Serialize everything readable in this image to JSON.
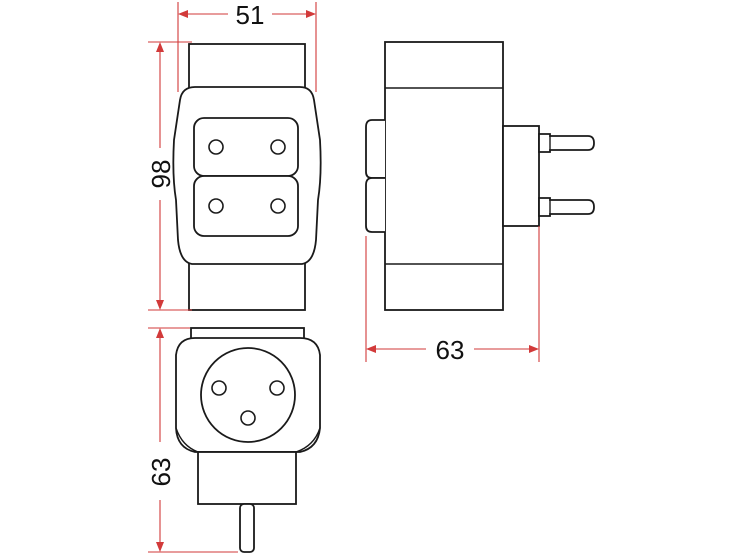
{
  "dimensions": {
    "width": "51",
    "height": "98",
    "depth_side": "63",
    "depth_bottom": "63"
  },
  "colors": {
    "outline": "#1a1a1a",
    "dimension_line": "#d23a3a",
    "background": "#ffffff"
  }
}
